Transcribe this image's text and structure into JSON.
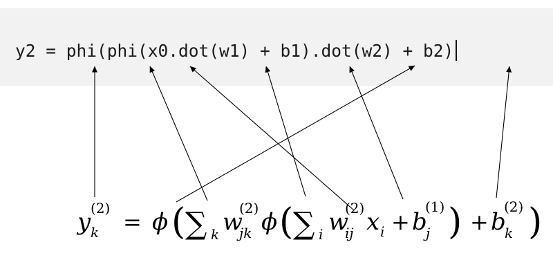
{
  "code": {
    "text": "y2 = phi(phi(x0.dot(w1) + b1).dot(w2) + b2)"
  },
  "formula": {
    "lhs_symbol": "y",
    "lhs_sub": "k",
    "lhs_sup": "(2)",
    "equals": "=",
    "phi_outer": "ϕ",
    "lparen_outer": "(",
    "sum_outer": "∑",
    "sum_outer_sub": "k",
    "w_outer": "w",
    "w_outer_sub": "jk",
    "w_outer_sup": "(2)",
    "phi_inner": "ϕ",
    "lparen_inner": "(",
    "sum_inner": "∑",
    "sum_inner_sub": "i",
    "w_inner": "w",
    "w_inner_sub": "ij",
    "w_inner_sup": "(2)",
    "x_inner": "x",
    "x_inner_sub": "i",
    "plus_inner": "+",
    "b_inner": "b",
    "b_inner_sub": "j",
    "b_inner_sup": "(1)",
    "rparen_inner": ")",
    "plus_outer": "+",
    "b_outer": "b",
    "b_outer_sub": "k",
    "b_outer_sup": "(2)",
    "rparen_outer": ")"
  },
  "colors": {
    "code_background": "#f2f2f2",
    "code_text": "#1a1a1a",
    "arrow": "#000000"
  }
}
